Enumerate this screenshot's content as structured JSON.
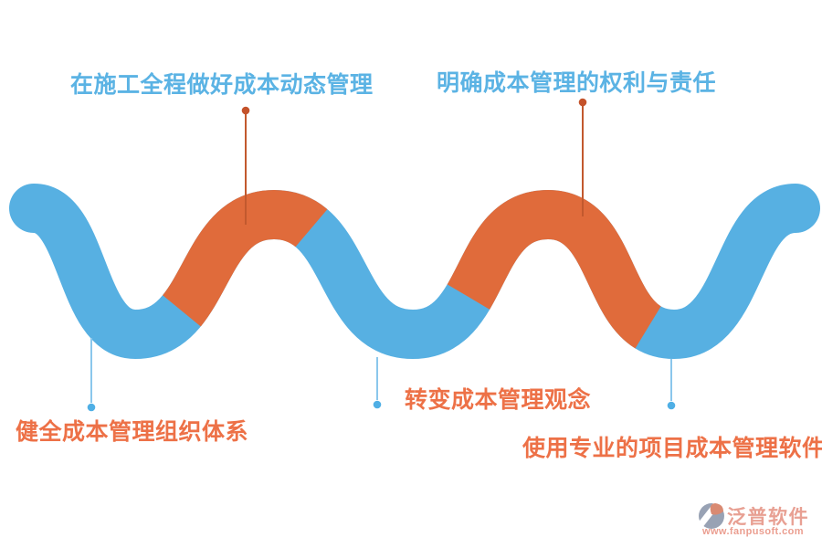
{
  "steps": [
    {
      "id": "top-left",
      "label": "在施工全程做好成本动态管理",
      "position": "top",
      "text_color": "#5bb3e4",
      "marker_color": "#c4522a"
    },
    {
      "id": "top-right",
      "label": "明确成本管理的权利与责任",
      "position": "top",
      "text_color": "#5bb3e4",
      "marker_color": "#c4522a"
    },
    {
      "id": "bottom-left",
      "label": "健全成本管理组织体系",
      "position": "bottom",
      "text_color": "#ed7147",
      "marker_color": "#4fafe5"
    },
    {
      "id": "bottom-center",
      "label": "转变成本管理观念",
      "position": "bottom",
      "text_color": "#ed7147",
      "marker_color": "#4fafe5"
    },
    {
      "id": "bottom-right",
      "label": "使用专业的项目成本管理软件",
      "position": "bottom",
      "text_color": "#ed7147",
      "marker_color": "#4fafe5"
    }
  ],
  "watermark": {
    "brand": "泛普软件",
    "url": "www.fanpusoft.com"
  },
  "colors": {
    "background": "#ffffff",
    "wave_blue": "#57b0e2",
    "wave_orange": "#e06b3b",
    "label_blue": "#5bb3e4",
    "label_orange": "#ed7147",
    "marker_dot_orange": "#c4522a",
    "leader_line_orange": "#c2592e",
    "marker_dot_blue": "#4fafe5",
    "leader_line_blue": "#8bc7ec",
    "watermark_pink": "#e8a093",
    "watermark_gray": "#98a2b4"
  }
}
